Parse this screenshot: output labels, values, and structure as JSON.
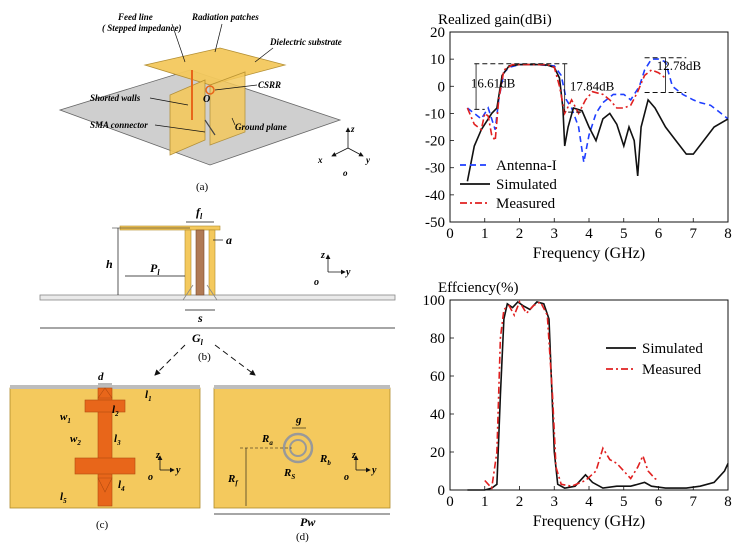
{
  "figure": {
    "panel_a": {
      "caption": "(a)",
      "labels": {
        "feed_line_1": "Feed line",
        "feed_line_2": "( Stepped impedance)",
        "radiation_patches": "Radiation patches",
        "dielectric_substrate": "Dielectric substrate",
        "csrr": "CSRR",
        "shorted_walls": "Shorted walls",
        "sma_connector": "SMA connector",
        "ground_plane": "Ground plane",
        "origin": "O",
        "axis_x": "x",
        "axis_y": "y",
        "axis_z": "z",
        "axis_o": "o"
      }
    },
    "panel_b": {
      "caption": "(b)",
      "labels": {
        "f1": "f",
        "f1_sub": "l",
        "a": "a",
        "h": "h",
        "pl": "P",
        "pl_sub": "l",
        "s": "s",
        "gl": "G",
        "gl_sub": "l",
        "z": "z",
        "y": "y",
        "o": "o"
      }
    },
    "panel_c": {
      "caption": "(c)",
      "labels": {
        "d": "d",
        "l1": "l",
        "l1_sub": "1",
        "l2": "l",
        "l2_sub": "2",
        "l3": "l",
        "l3_sub": "3",
        "l4": "l",
        "l4_sub": "4",
        "l5": "l",
        "l5_sub": "5",
        "w1": "w",
        "w1_sub": "1",
        "w2": "w",
        "w2_sub": "2",
        "z": "z",
        "y": "y",
        "o": "o"
      }
    },
    "panel_d": {
      "caption": "(d)",
      "labels": {
        "g": "g",
        "ra": "R",
        "ra_sub": "a",
        "rb": "R",
        "rb_sub": "b",
        "rf": "R",
        "rf_sub": "f",
        "rs": "R",
        "rs_sub": "S",
        "pw": "Pw",
        "z": "z",
        "y": "y",
        "o": "o"
      }
    },
    "colors": {
      "patch": "#f4c95d",
      "copper": "#e8661a",
      "ground": "#cfcfcf",
      "black": "#111111",
      "blue": "#1f3fff",
      "red": "#e02020"
    }
  },
  "chart_data": [
    {
      "type": "line",
      "title": "Realized gain(dBi)",
      "xlabel": "Frequency (GHz)",
      "ylabel": "",
      "xlim": [
        0,
        8
      ],
      "ylim": [
        -50,
        20
      ],
      "xticks": [
        "0",
        "1",
        "2",
        "3",
        "4",
        "5",
        "6",
        "7",
        "8"
      ],
      "yticks": [
        "-50",
        "-40",
        "-30",
        "-20",
        "-10",
        "0",
        "10",
        "20"
      ],
      "legend_position": "bottom-left",
      "annotations": [
        "16.61dB",
        "17.84dB",
        "12.78dB"
      ],
      "series": [
        {
          "name": "Antenna-I",
          "style": "dashed",
          "color": "#1f3fff",
          "points": [
            [
              0.5,
              -8
            ],
            [
              0.7,
              -10
            ],
            [
              0.9,
              -12
            ],
            [
              1.0,
              -10
            ],
            [
              1.1,
              -8
            ],
            [
              1.2,
              -12
            ],
            [
              1.3,
              -16
            ],
            [
              1.4,
              -5
            ],
            [
              1.55,
              5
            ],
            [
              1.7,
              7
            ],
            [
              2.0,
              8
            ],
            [
              2.5,
              8
            ],
            [
              3.0,
              7.5
            ],
            [
              3.2,
              4
            ],
            [
              3.35,
              -5
            ],
            [
              3.5,
              -8
            ],
            [
              3.7,
              -15
            ],
            [
              3.85,
              -28
            ],
            [
              4.0,
              -18
            ],
            [
              4.2,
              -10
            ],
            [
              4.4,
              -6
            ],
            [
              4.7,
              -3
            ],
            [
              5.0,
              -3
            ],
            [
              5.2,
              -5
            ],
            [
              5.45,
              0
            ],
            [
              5.6,
              6
            ],
            [
              5.8,
              10
            ],
            [
              6.0,
              10
            ],
            [
              6.2,
              9
            ],
            [
              6.4,
              0
            ],
            [
              6.7,
              -3
            ],
            [
              7.0,
              -5
            ],
            [
              7.2,
              -6
            ],
            [
              7.5,
              -7
            ],
            [
              7.8,
              -10
            ],
            [
              8.0,
              -12
            ]
          ]
        },
        {
          "name": "Simulated",
          "style": "solid",
          "color": "#111111",
          "points": [
            [
              0.5,
              -35
            ],
            [
              0.7,
              -22
            ],
            [
              0.9,
              -16
            ],
            [
              1.1,
              -12
            ],
            [
              1.2,
              -10
            ],
            [
              1.35,
              -8
            ],
            [
              1.5,
              4
            ],
            [
              1.7,
              7.5
            ],
            [
              2.0,
              8
            ],
            [
              2.5,
              8
            ],
            [
              2.8,
              7.8
            ],
            [
              3.0,
              7
            ],
            [
              3.15,
              3
            ],
            [
              3.25,
              -8
            ],
            [
              3.3,
              -22
            ],
            [
              3.4,
              -15
            ],
            [
              3.55,
              -8
            ],
            [
              3.8,
              -9
            ],
            [
              4.0,
              -15
            ],
            [
              4.2,
              -20
            ],
            [
              4.4,
              -12
            ],
            [
              4.6,
              -10
            ],
            [
              4.8,
              -14
            ],
            [
              5.0,
              -22
            ],
            [
              5.15,
              -15
            ],
            [
              5.3,
              -20
            ],
            [
              5.4,
              -33
            ],
            [
              5.5,
              -15
            ],
            [
              5.7,
              -5
            ],
            [
              5.9,
              -8
            ],
            [
              6.2,
              -15
            ],
            [
              6.5,
              -20
            ],
            [
              6.8,
              -25
            ],
            [
              7.0,
              -25
            ],
            [
              7.3,
              -20
            ],
            [
              7.6,
              -15
            ],
            [
              8.0,
              -12
            ]
          ]
        },
        {
          "name": "Measured",
          "style": "dashdot",
          "color": "#e02020",
          "points": [
            [
              0.5,
              -8
            ],
            [
              0.7,
              -14
            ],
            [
              0.9,
              -16
            ],
            [
              1.0,
              -10
            ],
            [
              1.1,
              -11
            ],
            [
              1.2,
              -18
            ],
            [
              1.3,
              -20
            ],
            [
              1.4,
              -5
            ],
            [
              1.55,
              6
            ],
            [
              1.8,
              8
            ],
            [
              2.3,
              8
            ],
            [
              2.8,
              8
            ],
            [
              3.0,
              7
            ],
            [
              3.15,
              0
            ],
            [
              3.3,
              -10
            ],
            [
              3.5,
              -5
            ],
            [
              3.7,
              -10
            ],
            [
              3.9,
              -5
            ],
            [
              4.1,
              -2
            ],
            [
              4.4,
              -3
            ],
            [
              4.6,
              -5
            ],
            [
              4.8,
              -8
            ],
            [
              5.0,
              -8
            ],
            [
              5.2,
              -7
            ],
            [
              5.4,
              -2
            ],
            [
              5.6,
              4
            ],
            [
              5.8,
              6
            ],
            [
              6.0,
              5
            ],
            [
              6.2,
              3
            ]
          ]
        }
      ]
    },
    {
      "type": "line",
      "title": "Effciency(%)",
      "xlabel": "Frequency (GHz)",
      "ylabel": "",
      "xlim": [
        0,
        8
      ],
      "ylim": [
        0,
        100
      ],
      "xticks": [
        "0",
        "1",
        "2",
        "3",
        "4",
        "5",
        "6",
        "7",
        "8"
      ],
      "yticks": [
        "0",
        "20",
        "40",
        "60",
        "80",
        "100"
      ],
      "legend_position": "top-right",
      "series": [
        {
          "name": "Simulated",
          "style": "solid",
          "color": "#111111",
          "points": [
            [
              0.5,
              0
            ],
            [
              1.0,
              0
            ],
            [
              1.2,
              1
            ],
            [
              1.35,
              3
            ],
            [
              1.45,
              50
            ],
            [
              1.55,
              90
            ],
            [
              1.65,
              98
            ],
            [
              1.8,
              96
            ],
            [
              1.95,
              99
            ],
            [
              2.1,
              97
            ],
            [
              2.3,
              95
            ],
            [
              2.5,
              99
            ],
            [
              2.7,
              98
            ],
            [
              2.85,
              90
            ],
            [
              3.0,
              20
            ],
            [
              3.1,
              3
            ],
            [
              3.3,
              1
            ],
            [
              3.6,
              2
            ],
            [
              3.9,
              8
            ],
            [
              4.1,
              4
            ],
            [
              4.4,
              1
            ],
            [
              4.8,
              2
            ],
            [
              5.2,
              2
            ],
            [
              5.6,
              4
            ],
            [
              5.8,
              2
            ],
            [
              6.2,
              1
            ],
            [
              6.8,
              1
            ],
            [
              7.2,
              2
            ],
            [
              7.6,
              4
            ],
            [
              7.9,
              10
            ],
            [
              8.0,
              14
            ]
          ]
        },
        {
          "name": "Measured",
          "style": "dashdot",
          "color": "#e02020",
          "points": [
            [
              1.0,
              5
            ],
            [
              1.2,
              1
            ],
            [
              1.35,
              20
            ],
            [
              1.45,
              80
            ],
            [
              1.55,
              95
            ],
            [
              1.7,
              97
            ],
            [
              1.85,
              92
            ],
            [
              2.0,
              99
            ],
            [
              2.2,
              93
            ],
            [
              2.4,
              97
            ],
            [
              2.6,
              99
            ],
            [
              2.8,
              92
            ],
            [
              2.95,
              50
            ],
            [
              3.05,
              12
            ],
            [
              3.2,
              3
            ],
            [
              3.5,
              2
            ],
            [
              3.9,
              5
            ],
            [
              4.2,
              10
            ],
            [
              4.4,
              22
            ],
            [
              4.6,
              16
            ],
            [
              4.8,
              14
            ],
            [
              5.0,
              10
            ],
            [
              5.2,
              6
            ],
            [
              5.4,
              12
            ],
            [
              5.55,
              18
            ],
            [
              5.7,
              10
            ],
            [
              5.9,
              6
            ],
            [
              6.0,
              5
            ]
          ]
        }
      ]
    }
  ]
}
